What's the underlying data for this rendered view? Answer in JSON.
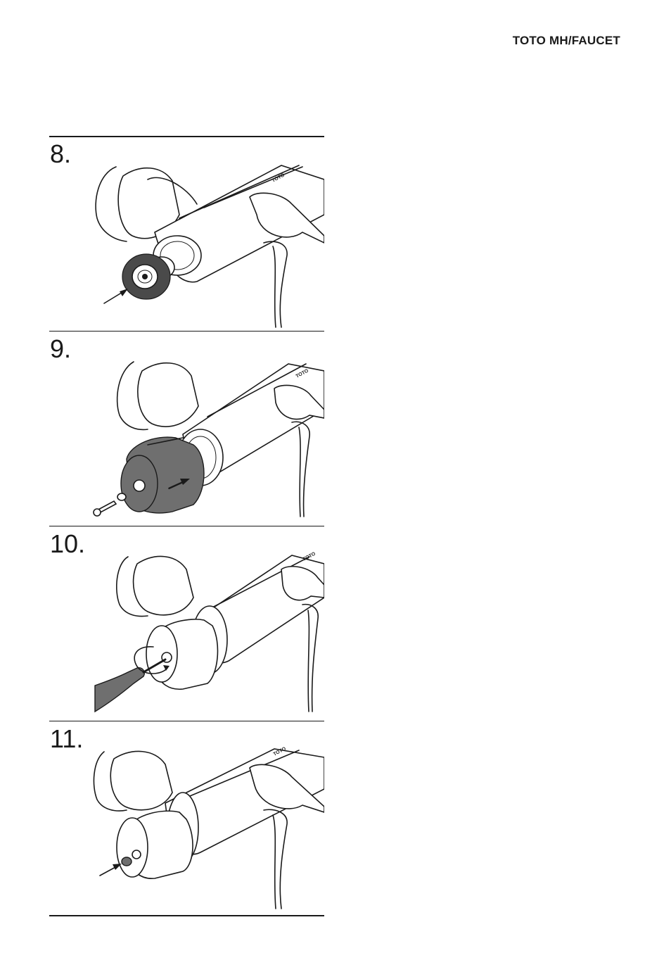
{
  "header": {
    "title": "TOTO MH/FAUCET"
  },
  "steps": [
    {
      "number": "8."
    },
    {
      "number": "9."
    },
    {
      "number": "10."
    },
    {
      "number": "11."
    }
  ],
  "brand_mark": "TOTO"
}
